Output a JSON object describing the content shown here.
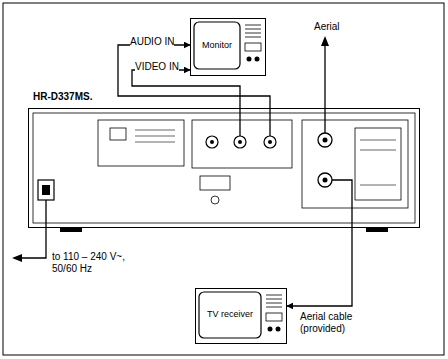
{
  "diagram": {
    "nodes": [
      {
        "text": [
          "Monitor"
        ]
      },
      {
        "text": [
          "HR-D337MS."
        ]
      },
      {
        "text": [
          "TV receiver"
        ]
      }
    ],
    "edges": [
      {
        "from": 1,
        "to": 0,
        "arrow": "to",
        "label": "AUDIO IN"
      },
      {
        "from": 1,
        "to": 0,
        "arrow": "to",
        "label": "VIDEO IN"
      },
      {
        "from": 1,
        "to": 2,
        "arrow": "to",
        "label": "Aerial cable (provided)"
      }
    ],
    "labels": [
      "Aerial",
      "to 110 – 240 V~, 50/60 Hz"
    ]
  }
}
